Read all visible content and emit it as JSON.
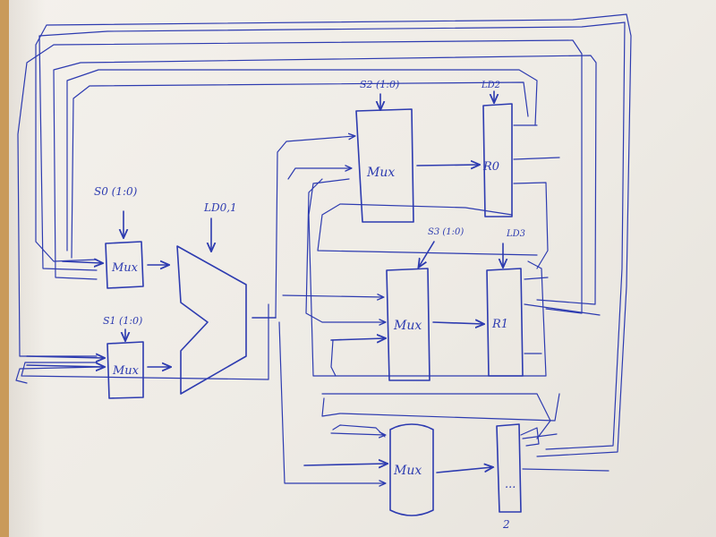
{
  "diagram": {
    "ink_color": "#2d3bb0",
    "paper_color": "#f1eee8",
    "desk_color": "#c99a5a",
    "left_mux_top": {
      "label": "Mux",
      "select": "S0 (1:0)"
    },
    "left_mux_bottom": {
      "label": "Mux",
      "select": "S1 (1:0)"
    },
    "alu": {
      "load_label": "LD0,1"
    },
    "mux_r0": {
      "label": "Mux",
      "select": "S2 (1:0)"
    },
    "reg_r0": {
      "label": "R0",
      "load": "LD2"
    },
    "mux_r1": {
      "label": "Mux",
      "select": "S3 (1:0)"
    },
    "reg_r1": {
      "label": "R1",
      "load": "LD3"
    },
    "mux_bottom": {
      "label": "Mux"
    },
    "reg_bottom": {
      "dots": "...",
      "index": "2"
    }
  }
}
